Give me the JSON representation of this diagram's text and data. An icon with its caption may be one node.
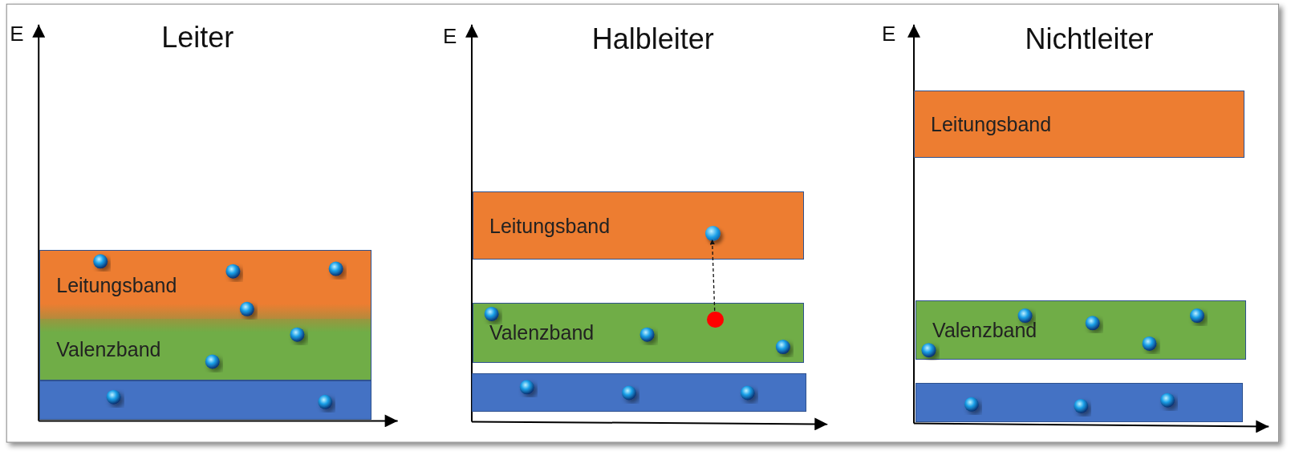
{
  "diagram": {
    "nodes": [
      {
        "text": [
          "Leitungsband"
        ]
      },
      {
        "text": [
          "Valenzband"
        ]
      },
      {
        "text": [],
        "shape": "box"
      },
      {
        "text": [
          "Leitungsband"
        ]
      },
      {
        "text": [],
        "shape": "circle",
        "in": 3
      },
      {
        "text": [
          "Valenzband"
        ]
      },
      {
        "text": [],
        "shape": "circle",
        "in": 5
      },
      {
        "text": [],
        "shape": "box"
      },
      {
        "text": [
          "Leitungsband"
        ]
      },
      {
        "text": [
          "Valenzband"
        ]
      },
      {
        "text": [],
        "shape": "box"
      }
    ],
    "edges": [
      {
        "from": 6,
        "to": 4,
        "arrow": "to",
        "style": "dashed"
      }
    ],
    "labels": [
      "E",
      "Leiter",
      "E",
      "Halbleiter",
      "E",
      "Nichtleiter"
    ]
  }
}
